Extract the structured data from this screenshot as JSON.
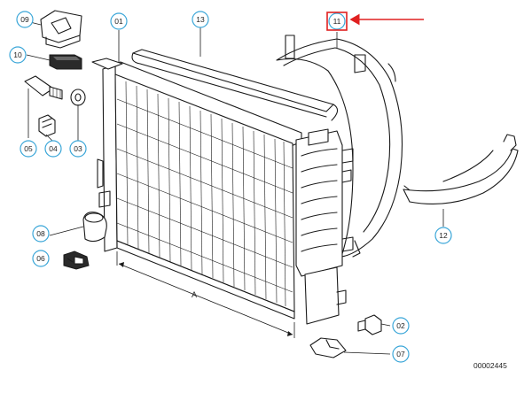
{
  "callouts": {
    "c01": "01",
    "c02": "02",
    "c03": "03",
    "c04": "04",
    "c05": "05",
    "c06": "06",
    "c07": "07",
    "c08": "08",
    "c09": "09",
    "c10": "10",
    "c11": "11",
    "c12": "12",
    "c13": "13"
  },
  "dimension_label": "A",
  "document_number": "00002445",
  "highlight_color": "#e02020",
  "callout_color": "#3aa6d8"
}
